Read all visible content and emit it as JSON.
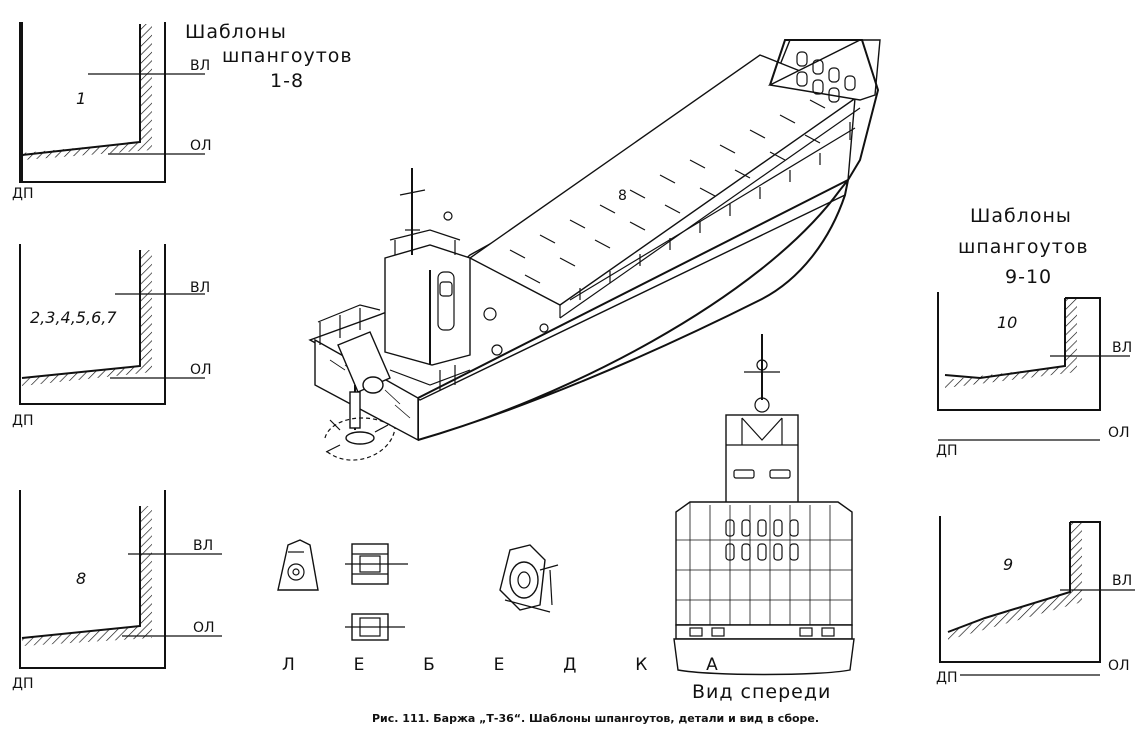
{
  "templates_left": {
    "title_line1": "Шаблоны",
    "title_line2": "шпангоутов",
    "title_line3": "1-8",
    "frames": [
      {
        "number": "1"
      },
      {
        "number": "2,3,4,5,6,7"
      },
      {
        "number": "8"
      }
    ]
  },
  "templates_right": {
    "title_line1": "Шаблоны",
    "title_line2": "шпангоутов",
    "title_line3": "9-10",
    "frames": [
      {
        "number": "10"
      },
      {
        "number": "9"
      }
    ]
  },
  "labels": {
    "waterline": "ВЛ",
    "baseline": "ОЛ",
    "centerplane": "ДП"
  },
  "winch": {
    "label": "Л  Е  Б  Е  Д  К  А"
  },
  "front_view": {
    "label": "Вид спереди"
  },
  "hull_mark": "8",
  "caption": "Рис. 111. Баржа „Т-36“. Шаблоны шпангоутов, детали и вид  в сборе."
}
